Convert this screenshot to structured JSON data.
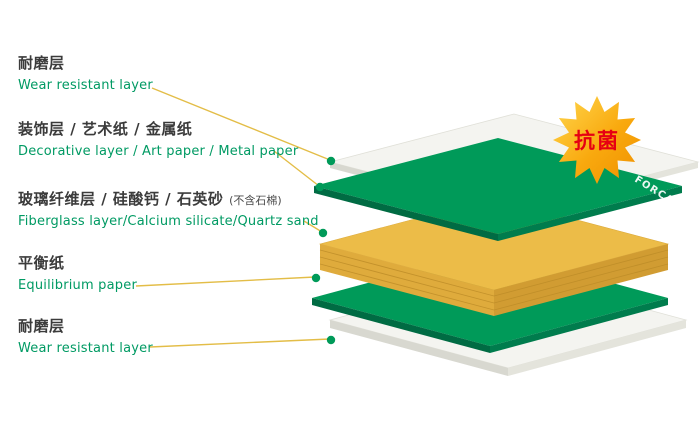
{
  "diagram": {
    "brand": "FORCA",
    "badge_label": "抗菌",
    "labels": [
      {
        "zh": "耐磨层",
        "en": "Wear resistant layer"
      },
      {
        "zh": "装饰层 / 艺术纸 / 金属纸",
        "en": "Decorative layer / Art paper / Metal paper"
      },
      {
        "zh": "玻璃纤维层 / 硅酸钙 / 石英砂",
        "note": "(不含石棉)",
        "en": "Fiberglass layer/Calcium silicate/Quartz sand"
      },
      {
        "zh": "平衡纸",
        "en": "Equilibrium paper"
      },
      {
        "zh": "耐磨层",
        "en": "Wear resistant layer"
      }
    ],
    "colors": {
      "label_zh": "#3b3b3b",
      "label_en": "#009a63",
      "leader_line": "#e2ba3e",
      "dot": "#009a59",
      "layer_green": "#009a59",
      "layer_green_side": "#006b43",
      "layer_core": "#ecbc48",
      "layer_core_side": "#d9a63a",
      "layer_white": "#f4f4f0",
      "layer_white_side": "#d8d8d0",
      "badge_fill_light": "#ffcf3e",
      "badge_fill_dark": "#f29200",
      "badge_text": "#e60012"
    }
  }
}
